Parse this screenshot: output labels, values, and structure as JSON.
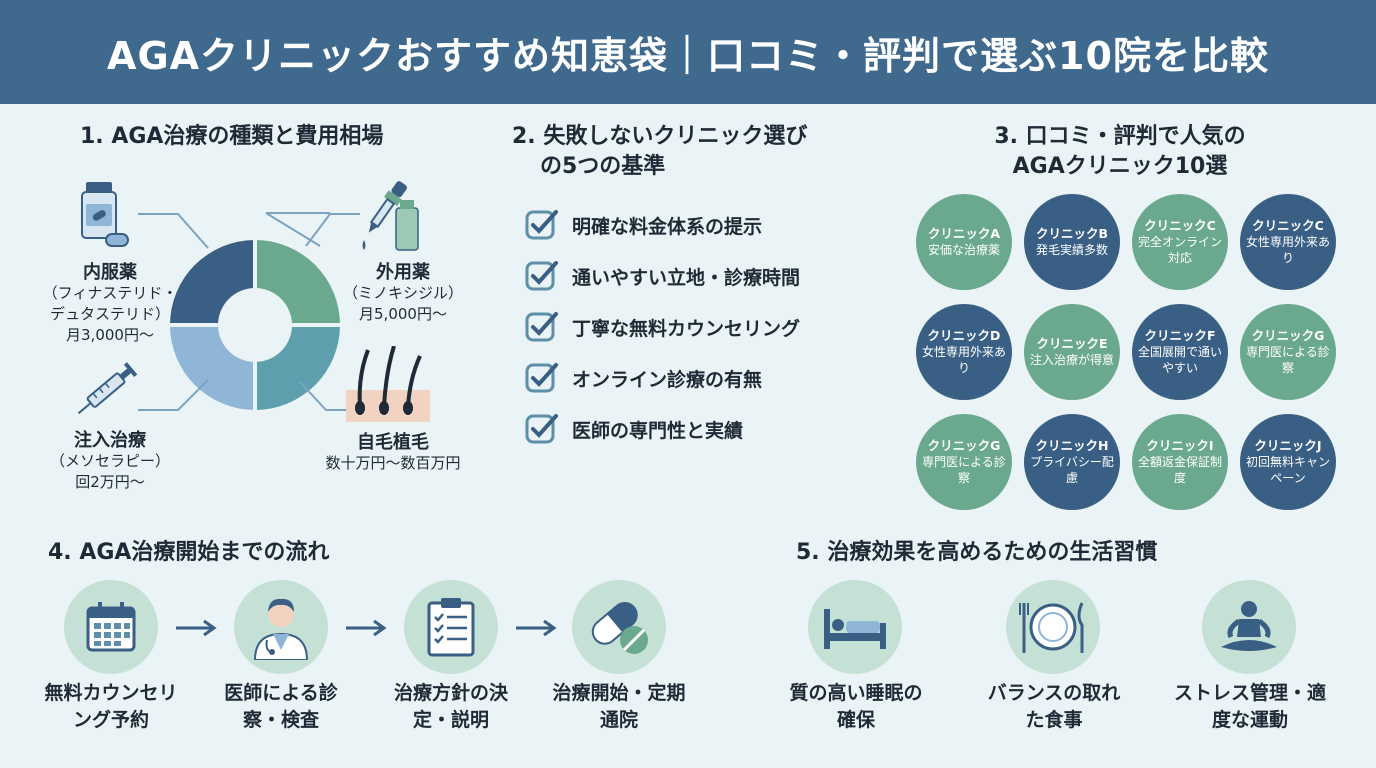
{
  "header": {
    "title": "AGAクリニックおすすめ知恵袋｜口コミ・評判で選ぶ10院を比較"
  },
  "colors": {
    "header_bg": "#3f6a8e",
    "dark_blue": "#3a5f84",
    "green": "#6ba98f",
    "light_green": "#c5e0d5",
    "light_blue": "#8fb6d6",
    "teal": "#5e9fae"
  },
  "section1": {
    "title": "1. AGA治療の種類と費用相場",
    "items": [
      {
        "name": "内服薬",
        "sub1": "（フィナステリド・",
        "sub2": "デュタステリド）",
        "price": "月3,000円～",
        "icon": "pill-bottle-icon"
      },
      {
        "name": "外用薬",
        "sub1": "（ミノキシジル）",
        "price": "月5,000円～",
        "icon": "dropper-icon"
      },
      {
        "name": "注入治療",
        "sub1": "（メソセラピー）",
        "price": "回2万円～",
        "icon": "syringe-icon"
      },
      {
        "name": "自毛植毛",
        "price": "数十万円～数百万円",
        "icon": "hair-follicle-icon"
      }
    ]
  },
  "section2": {
    "title_line1": "2. 失敗しないクリニック選び",
    "title_line2": "の5つの基準",
    "items": [
      "明確な料金体系の提示",
      "通いやすい立地・診療時間",
      "丁寧な無料カウンセリング",
      "オンライン診療の有無",
      "医師の専門性と実績"
    ]
  },
  "section3": {
    "title_line1": "3. 口コミ・評判で人気の",
    "title_line2": "AGAクリニック10選",
    "clinics": [
      {
        "name": "クリニックA",
        "desc": "安価な治療薬",
        "color": "green"
      },
      {
        "name": "クリニックB",
        "desc": "発毛実績多数",
        "color": "dark_blue"
      },
      {
        "name": "クリニックC",
        "desc": "完全オンライン対応",
        "color": "green"
      },
      {
        "name": "クリニックC",
        "desc": "女性専用外来あり",
        "color": "dark_blue"
      },
      {
        "name": "クリニックD",
        "desc": "女性専用外来あり",
        "color": "dark_blue"
      },
      {
        "name": "クリニックE",
        "desc": "注入治療が得意",
        "color": "green"
      },
      {
        "name": "クリニックF",
        "desc": "全国展開で通いやすい",
        "color": "dark_blue"
      },
      {
        "name": "クリニックG",
        "desc": "専門医による診察",
        "color": "green"
      },
      {
        "name": "クリニックG",
        "desc": "専門医による診察",
        "color": "green"
      },
      {
        "name": "クリニックH",
        "desc": "プライバシー配慮",
        "color": "dark_blue"
      },
      {
        "name": "クリニックI",
        "desc": "全額返金保証制度",
        "color": "green"
      },
      {
        "name": "クリニックJ",
        "desc": "初回無料キャンペーン",
        "color": "dark_blue"
      }
    ]
  },
  "section4": {
    "title": "4.  AGA治療開始までの流れ",
    "steps": [
      {
        "label": "無料カウンセリング予約",
        "icon": "calendar-icon"
      },
      {
        "label": "医師による診察・検査",
        "icon": "doctor-icon"
      },
      {
        "label": "治療方針の決定・説明",
        "icon": "clipboard-icon"
      },
      {
        "label": "治療開始・定期通院",
        "icon": "capsule-icon"
      }
    ]
  },
  "section5": {
    "title": "5. 治療効果を高めるための生活習慣",
    "items": [
      {
        "label": "質の高い睡眠の確保",
        "icon": "bed-icon"
      },
      {
        "label": "バランスの取れた食事",
        "icon": "meal-icon"
      },
      {
        "label": "ストレス管理・適度な運動",
        "icon": "meditation-icon"
      }
    ]
  }
}
